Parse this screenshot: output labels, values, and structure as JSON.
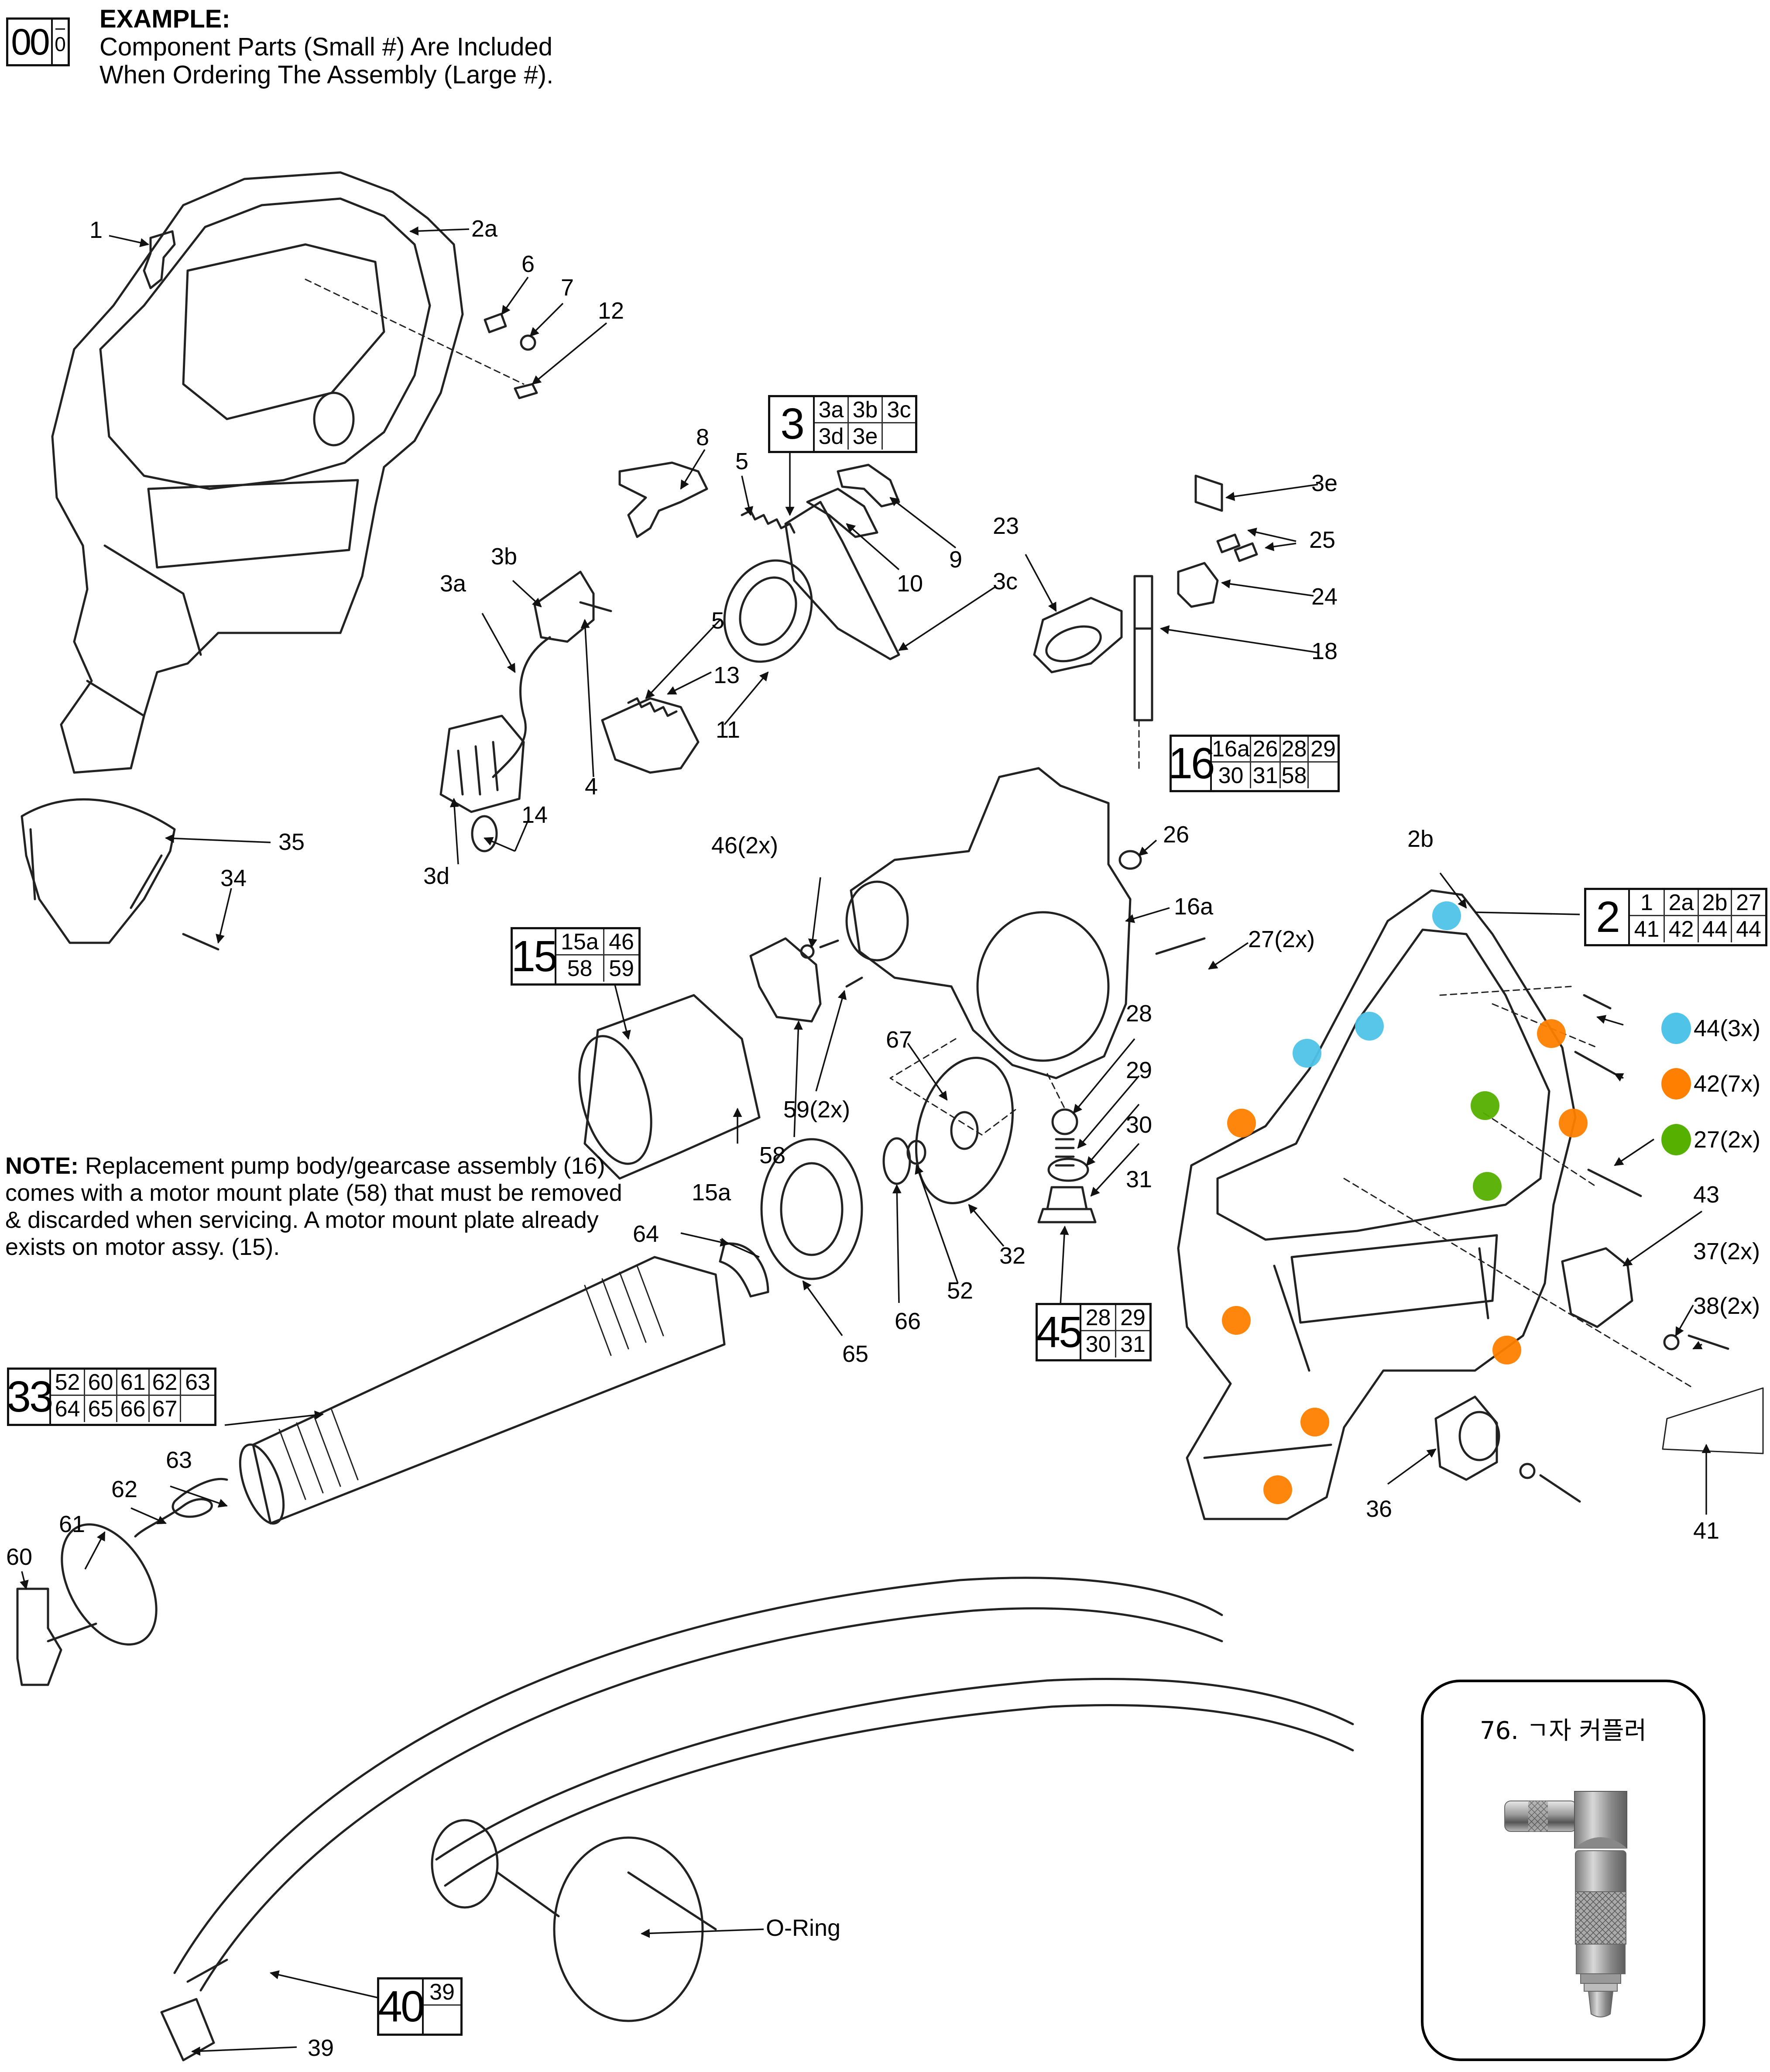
{
  "legend_example": {
    "big_number": "00",
    "small_number": "0",
    "title": "EXAMPLE:",
    "line1": "Component Parts (Small #) Are Included",
    "line2": "When Ordering The Assembly (Large #)."
  },
  "note": {
    "bold": "NOTE:",
    "text": " Replacement pump body/gearcase assembly (16) comes with a motor mount plate (58) that must be removed & discarded when servicing.  A motor mount plate already exists on motor assy. (15)."
  },
  "assemblies": [
    {
      "id": "3",
      "components": [
        "3a",
        "3b",
        "3c",
        "3d",
        "3e",
        ""
      ]
    },
    {
      "id": "16",
      "components": [
        "16a",
        "26",
        "28",
        "29",
        "30",
        "31",
        "58",
        ""
      ]
    },
    {
      "id": "2",
      "components": [
        "1",
        "2a",
        "2b",
        "27",
        "41",
        "42",
        "44",
        "44"
      ]
    },
    {
      "id": "15",
      "components": [
        "15a",
        "46",
        "58",
        "59"
      ]
    },
    {
      "id": "45",
      "components": [
        "28",
        "29",
        "30",
        "31"
      ]
    },
    {
      "id": "33",
      "components": [
        "52",
        "60",
        "61",
        "62",
        "63",
        "64",
        "65",
        "66",
        "67",
        ""
      ]
    },
    {
      "id": "40",
      "components": [
        "39",
        ""
      ]
    }
  ],
  "part_labels": {
    "p1": "1",
    "p2a": "2a",
    "p6": "6",
    "p7": "7",
    "p12": "12",
    "p8": "8",
    "p5a": "5",
    "p9": "9",
    "p10": "10",
    "p3c": "3c",
    "p23": "23",
    "p3e": "3e",
    "p25": "25",
    "p24": "24",
    "p18": "18",
    "p3b": "3b",
    "p3a": "3a",
    "p5b": "5",
    "p13": "13",
    "p11": "11",
    "p4": "4",
    "p14": "14",
    "p3d": "3d",
    "p35": "35",
    "p34": "34",
    "p26": "26",
    "p16a": "16a",
    "p2b": "2b",
    "p27x2": "27(2x)",
    "p46": "46(2x)",
    "p28": "28",
    "p29": "29",
    "p30": "30",
    "p31": "31",
    "p67": "67",
    "p59": "59(2x)",
    "p58": "58",
    "p15a": "15a",
    "p32": "32",
    "p52": "52",
    "p66": "66",
    "p65": "65",
    "p64": "64",
    "p63": "63",
    "p62": "62",
    "p61": "61",
    "p60": "60",
    "p43": "43",
    "p37": "37(2x)",
    "p38": "38(2x)",
    "p36": "36",
    "p41": "41",
    "p39": "39",
    "oring": "O-Ring"
  },
  "screw_legend": [
    {
      "label": "44(3x)",
      "color": "#4fc3e8"
    },
    {
      "label": "42(7x)",
      "color": "#ff7f00"
    },
    {
      "label": "27(2x)",
      "color": "#55b000"
    }
  ],
  "coupler_card": {
    "title": "76. ㄱ자 커플러"
  }
}
